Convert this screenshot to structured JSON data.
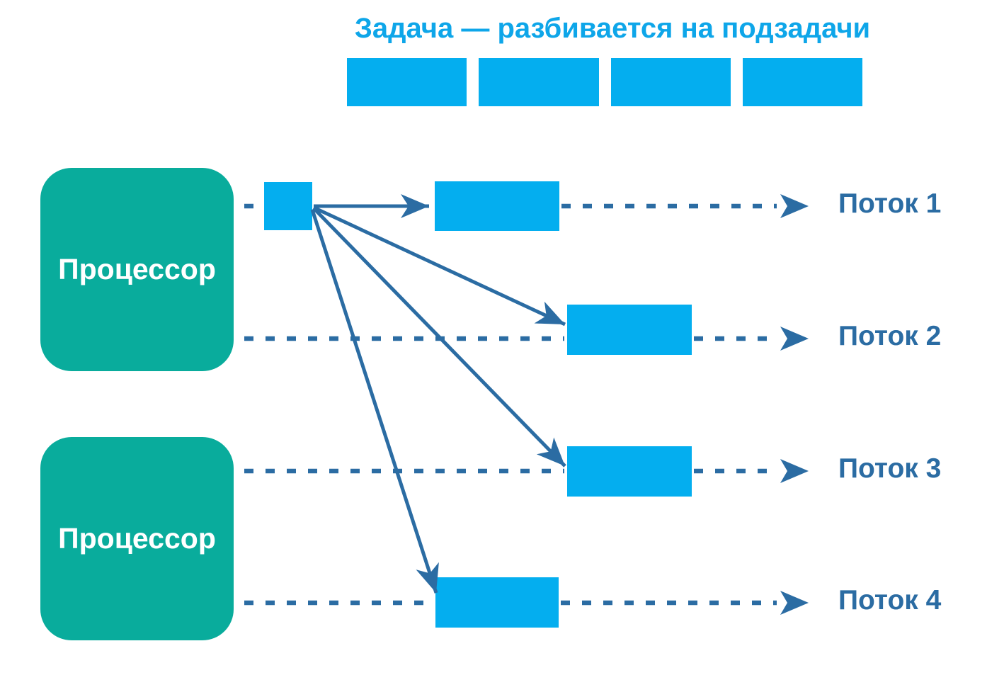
{
  "title": "Задача — разбивается на подзадачи",
  "colors": {
    "title_blue": "#0ea6e9",
    "subtask_blue": "#04aeef",
    "processor_teal": "#09ac9c",
    "dark_blue": "#2b6ca3",
    "background": "#ffffff",
    "processor_text_color": "#ffffff"
  },
  "task": {
    "subtask_count": 4
  },
  "processors": [
    {
      "label": "Процессор"
    },
    {
      "label": "Процессор"
    }
  ],
  "threads": [
    {
      "label": "Поток 1"
    },
    {
      "label": "Поток 2"
    },
    {
      "label": "Поток 3"
    },
    {
      "label": "Поток 4"
    }
  ]
}
